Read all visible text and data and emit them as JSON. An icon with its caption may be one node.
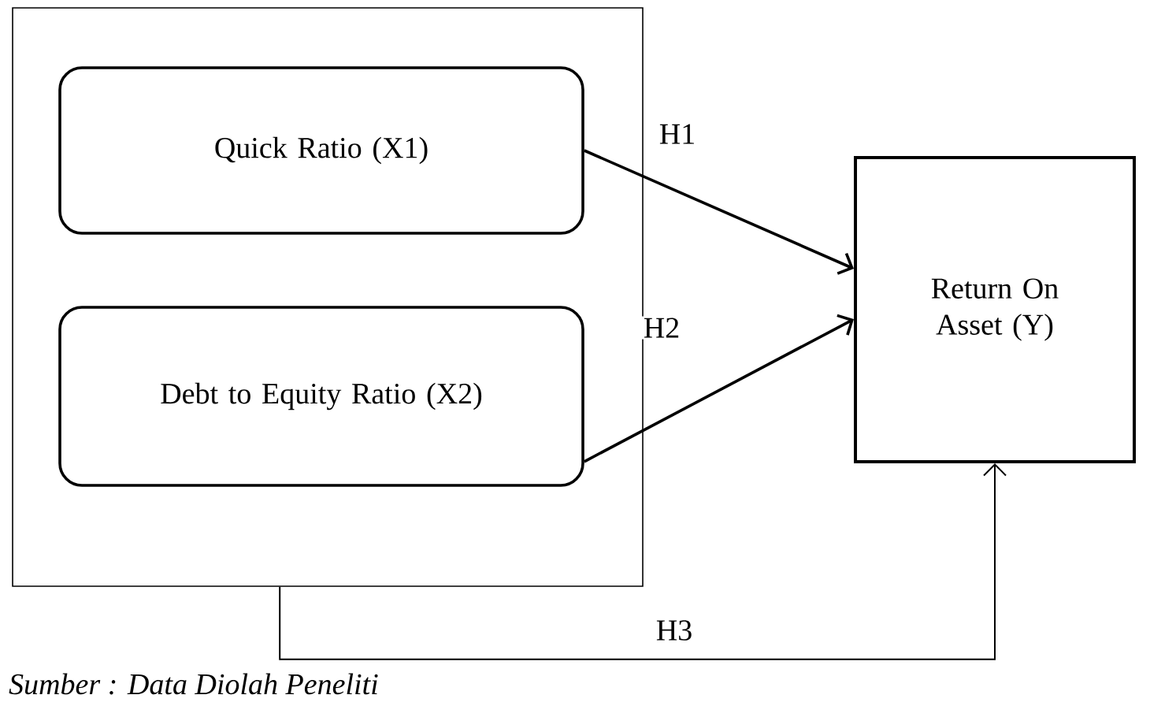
{
  "diagram": {
    "caption": "Sumber : Data Diolah Peneliti",
    "nodes": [
      {
        "text": [],
        "shape": "box"
      },
      {
        "text": [
          "Quick Ratio (X1)"
        ],
        "in": 0
      },
      {
        "text": [
          "Debt to Equity Ratio (X2)"
        ],
        "in": 0
      },
      {
        "text": [
          "Return On Asset (Y)"
        ]
      }
    ],
    "edges": [
      {
        "from": 1,
        "to": 3,
        "arrow": "to",
        "label": "H1"
      },
      {
        "from": 2,
        "to": 3,
        "arrow": "to",
        "label": "H2"
      },
      {
        "from": 0,
        "to": 3,
        "arrow": "to",
        "label": "H3"
      }
    ]
  }
}
